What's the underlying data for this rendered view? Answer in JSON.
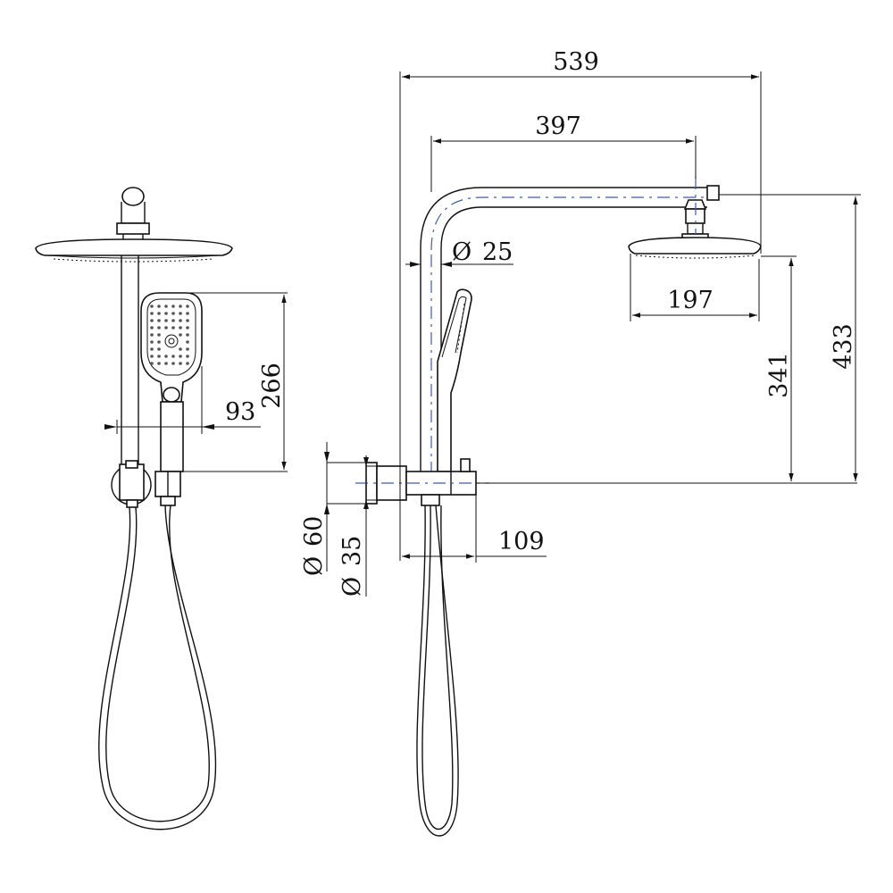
{
  "dimensions": {
    "total_width": "539",
    "arm_length": "397",
    "pipe_diameter": "25",
    "head_diameter": "197",
    "head_drop": "341",
    "total_height": "433",
    "hand_shower_height": "266",
    "hand_shower_width": "93",
    "flange_diameter": "60",
    "holder_diameter": "35",
    "wall_projection": "109"
  },
  "diameter_symbol": "Ø",
  "colors": {
    "line": "#111111",
    "centerline": "#3a5fa8"
  }
}
